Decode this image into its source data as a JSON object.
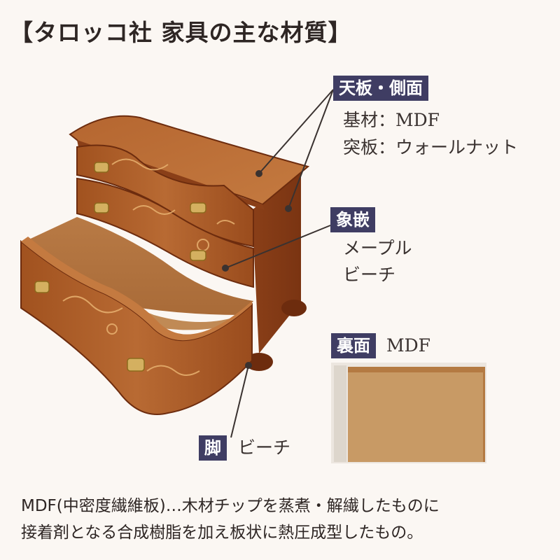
{
  "title": "【タロッコ社 家具の主な材質】",
  "parts": {
    "top_side": {
      "label": "天板・側面",
      "lines": [
        "基材：MDF",
        "突板：ウォールナット"
      ]
    },
    "inlay": {
      "label": "象嵌",
      "lines": [
        "メープル",
        "ビーチ"
      ]
    },
    "back": {
      "label": "裏面",
      "value": "MDF"
    },
    "legs": {
      "label": "脚",
      "value": "ビーチ"
    }
  },
  "footnote": {
    "line1": "MDF(中密度繊維板)…木材チップを蒸煮・解繊したものに",
    "line2": "接着剤となる合成樹脂を加え板状に熱圧成型したもの。"
  },
  "colors": {
    "label_bg": "#3f3d63",
    "wood": "#a65a2a",
    "board": "#c99a64"
  }
}
